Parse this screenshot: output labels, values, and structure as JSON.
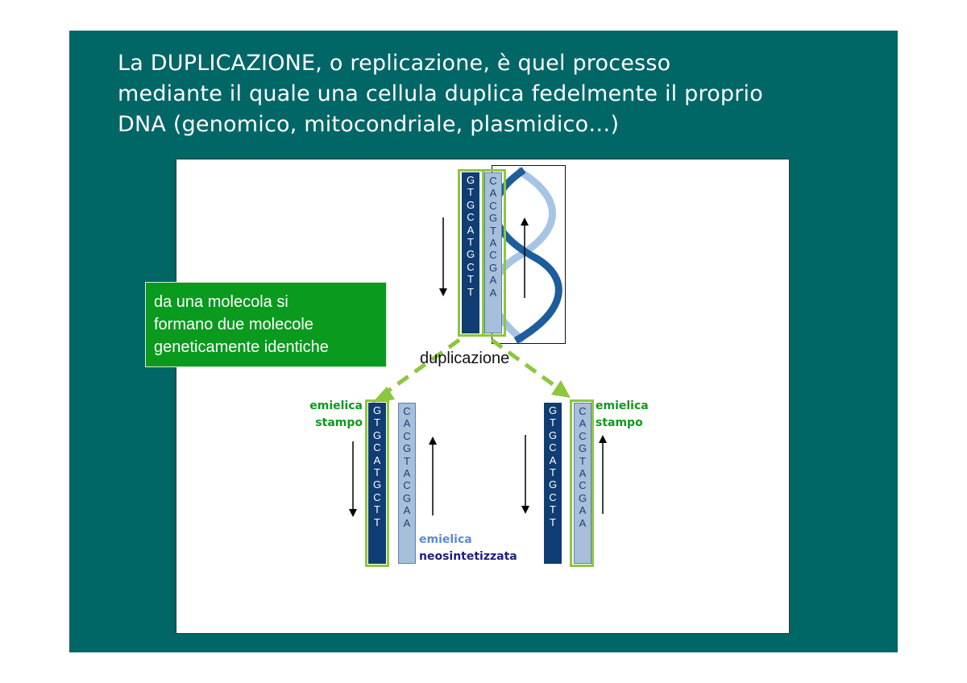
{
  "title": {
    "line1": "La DUPLICAZIONE, o replicazione, è quel processo",
    "line2": "mediante il quale una cellula duplica fedelmente il proprio",
    "line3": "DNA (genomico, mitocondriale, plasmidico…)"
  },
  "callout": {
    "line1": "da una molecola si",
    "line2": "formano due molecole",
    "line3": "geneticamente identiche"
  },
  "process_label": "duplicazione",
  "labels": {
    "template_left_1": "emielica",
    "template_left_2": "stampo",
    "template_right_1": "emielica",
    "template_right_2": "stampo",
    "new_strand_1": "emielica",
    "new_strand_2": "neosintetizzata"
  },
  "sequences": {
    "strand_a": [
      "G",
      "T",
      "G",
      "C",
      "A",
      "T",
      "G",
      "C",
      "T",
      "T"
    ],
    "strand_b": [
      "C",
      "A",
      "C",
      "G",
      "T",
      "A",
      "C",
      "G",
      "A",
      "A"
    ]
  },
  "colors": {
    "slide_bg": "#006666",
    "dark_strand": "#0f3d74",
    "light_strand": "#a7bfdb",
    "frame_green": "#8dc63f",
    "callout_green": "#0a9a1e"
  }
}
